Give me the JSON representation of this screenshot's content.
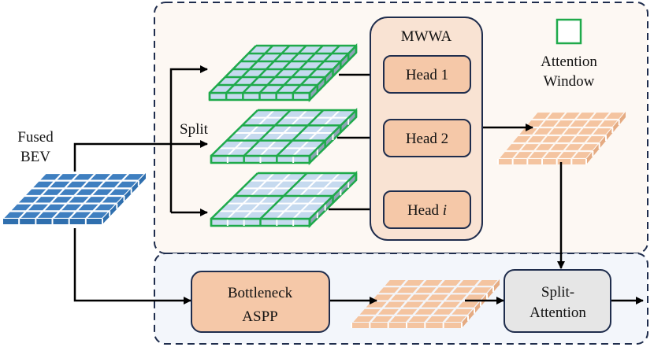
{
  "input": {
    "line1": "Fused",
    "line2": "BEV"
  },
  "split_label": "Split",
  "mwwa": {
    "title": "MWWA",
    "heads": [
      {
        "text": "Head 1",
        "suffix": ""
      },
      {
        "text": "Head 2",
        "suffix": ""
      },
      {
        "text": "Head ",
        "suffix": "i"
      }
    ]
  },
  "legend": {
    "line1": "Attention",
    "line2": "Window"
  },
  "aspp": {
    "line1": "Bottleneck",
    "line2": "ASPP"
  },
  "split_attention": {
    "line1": "Split-",
    "line2": "Attention"
  },
  "colors": {
    "bev": "#3f7fc0",
    "window_green": "#1faa4b",
    "window_fill": "#c6daef",
    "orange": "#f4c4a0",
    "head_fill": "#f5c8a8",
    "mwwa_fill": "#f9e3d3",
    "top_bg": "#fdf8f3",
    "bottom_bg": "#f3f6fb",
    "navy": "#1f2d4d",
    "gray_box": "#e6e6e6"
  }
}
